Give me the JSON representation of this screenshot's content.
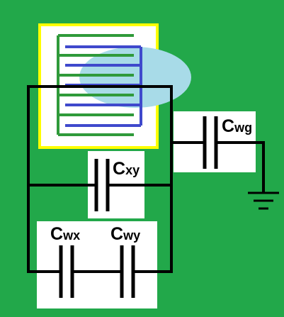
{
  "diagram": {
    "colors": {
      "background": "#22a84a",
      "panel": "#ffffff",
      "wire": "#000000",
      "frame": "#ffff00",
      "electrode_x": "#2f9a3a",
      "electrode_y": "#3f49cc",
      "droplet": "#a8dbe8"
    },
    "capacitors": {
      "cwg": {
        "main": "C",
        "sub": "wg"
      },
      "cxy": {
        "main": "C",
        "sub": "xy"
      },
      "cwx": {
        "main": "C",
        "sub": "wx"
      },
      "cwy": {
        "main": "C",
        "sub": "wy"
      }
    },
    "icons": {
      "ground": "ground-symbol-icon",
      "capacitor": "capacitor-icon"
    }
  }
}
